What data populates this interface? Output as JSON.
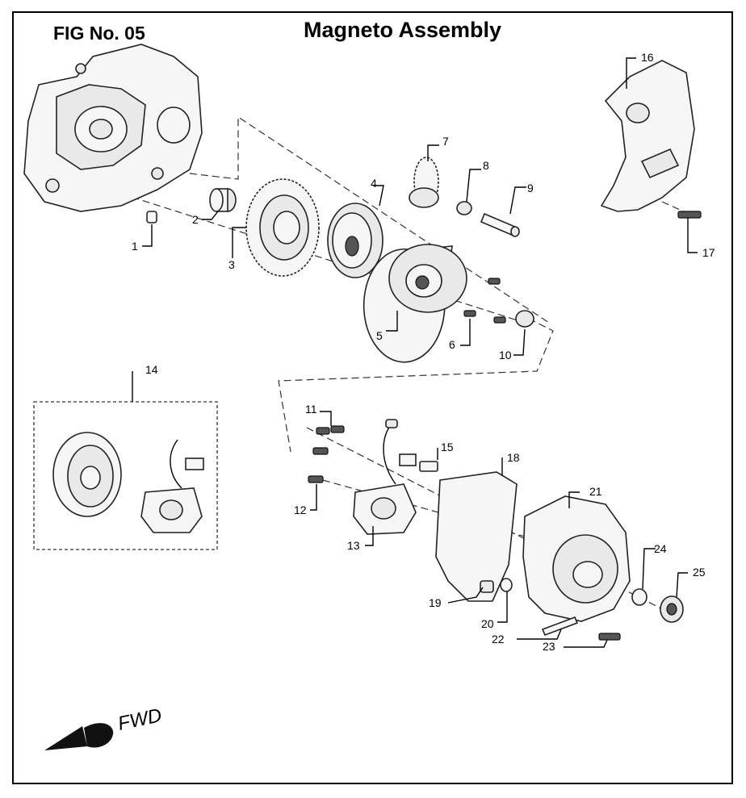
{
  "header": {
    "fig_no": "FIG No. 05",
    "title": "Magneto Assembly"
  },
  "direction_label": "FWD",
  "callouts": [
    {
      "id": "1",
      "label": "1"
    },
    {
      "id": "2",
      "label": "2"
    },
    {
      "id": "3",
      "label": "3"
    },
    {
      "id": "4",
      "label": "4"
    },
    {
      "id": "5",
      "label": "5"
    },
    {
      "id": "6",
      "label": "6"
    },
    {
      "id": "7",
      "label": "7"
    },
    {
      "id": "8",
      "label": "8"
    },
    {
      "id": "9",
      "label": "9"
    },
    {
      "id": "10",
      "label": "10"
    },
    {
      "id": "11",
      "label": "11"
    },
    {
      "id": "12",
      "label": "12"
    },
    {
      "id": "13",
      "label": "13"
    },
    {
      "id": "14",
      "label": "14"
    },
    {
      "id": "15",
      "label": "15"
    },
    {
      "id": "16",
      "label": "16"
    },
    {
      "id": "17",
      "label": "17"
    },
    {
      "id": "18",
      "label": "18"
    },
    {
      "id": "19",
      "label": "19"
    },
    {
      "id": "20",
      "label": "20"
    },
    {
      "id": "21",
      "label": "21"
    },
    {
      "id": "22",
      "label": "22"
    },
    {
      "id": "23",
      "label": "23"
    },
    {
      "id": "24",
      "label": "24"
    },
    {
      "id": "25",
      "label": "25"
    }
  ]
}
